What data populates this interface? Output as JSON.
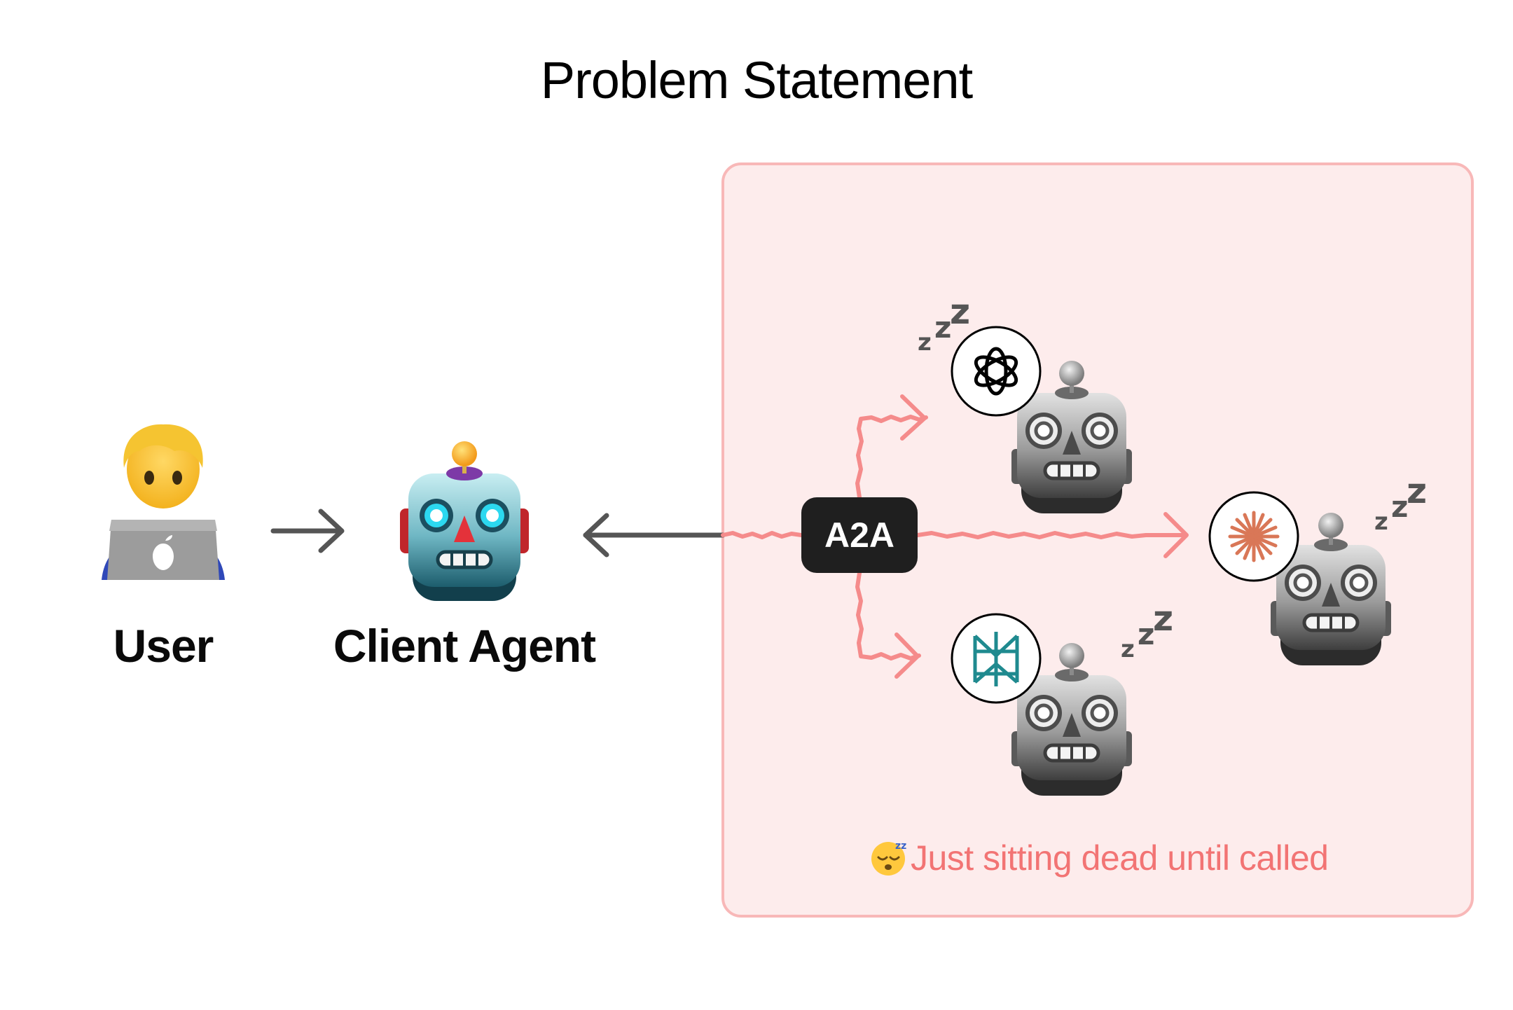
{
  "title": "Problem Statement",
  "nodes": {
    "user": "User",
    "client_agent": "Client Agent"
  },
  "protocol_label": "A2A",
  "remote_agents": [
    {
      "provider_icon": "openai-logo-icon",
      "state": "sleeping"
    },
    {
      "provider_icon": "claude-logo-icon",
      "state": "sleeping"
    },
    {
      "provider_icon": "perplexity-logo-icon",
      "state": "sleeping"
    }
  ],
  "sleep_marks": "zZZ",
  "caption": "Just sitting dead until called",
  "colors": {
    "panel_fill": "#fdecec",
    "panel_border": "#f8b8b8",
    "connector": "#f58b8b",
    "caption": "#f27474",
    "arrow": "#555555",
    "badge": "#1f1f1f"
  }
}
